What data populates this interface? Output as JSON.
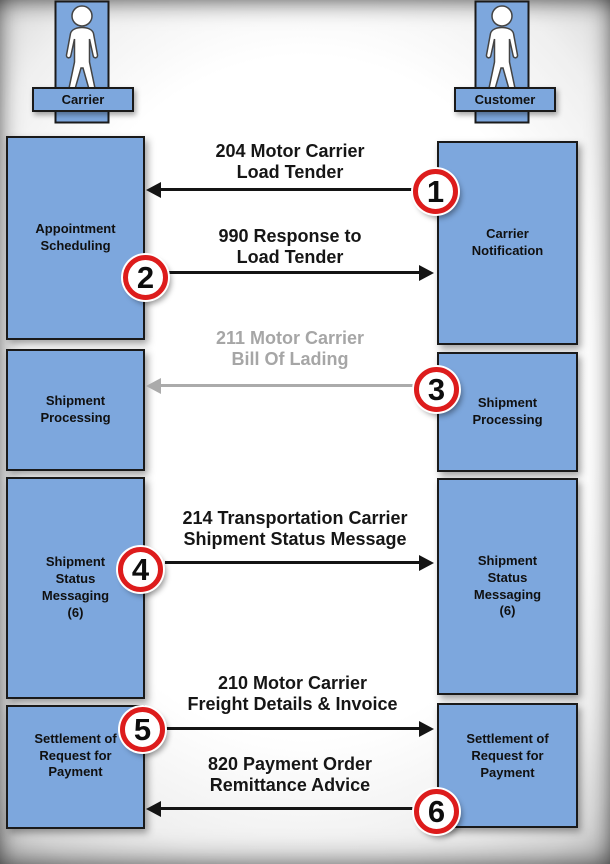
{
  "colors": {
    "box_fill": "#7da7dd",
    "ring_red": "#dd1c1c",
    "muted": "#a6a6a6",
    "arrow_black": "#141414"
  },
  "actors": [
    {
      "label": "Carrier",
      "icon": "person-icon"
    },
    {
      "label": "Customer",
      "icon": "person-icon"
    }
  ],
  "left_boxes": [
    {
      "label": "Appointment\nScheduling"
    },
    {
      "label": "Shipment\nProcessing"
    },
    {
      "label": "Shipment\nStatus\nMessaging\n(6)"
    },
    {
      "label": "Settlement of\nRequest for\nPayment"
    }
  ],
  "right_boxes": [
    {
      "label": "Carrier\nNotification"
    },
    {
      "label": "Shipment\nProcessing"
    },
    {
      "label": "Shipment\nStatus\nMessaging\n(6)"
    },
    {
      "label": "Settlement of\nRequest for\nPayment"
    }
  ],
  "messages": [
    {
      "number": "1",
      "label": "204 Motor Carrier\nLoad Tender",
      "direction": "right-to-left",
      "muted": false
    },
    {
      "number": "2",
      "label": "990 Response to\nLoad Tender",
      "direction": "left-to-right",
      "muted": false
    },
    {
      "number": "3",
      "label": "211 Motor Carrier\nBill Of Lading",
      "direction": "right-to-left",
      "muted": true
    },
    {
      "number": "4",
      "label": "214 Transportation Carrier\nShipment Status Message",
      "direction": "left-to-right",
      "muted": false
    },
    {
      "number": "5",
      "label": "210 Motor Carrier\nFreight Details & Invoice",
      "direction": "left-to-right",
      "muted": false
    },
    {
      "number": "6",
      "label": "820 Payment Order\nRemittance Advice",
      "direction": "right-to-left",
      "muted": false
    }
  ]
}
